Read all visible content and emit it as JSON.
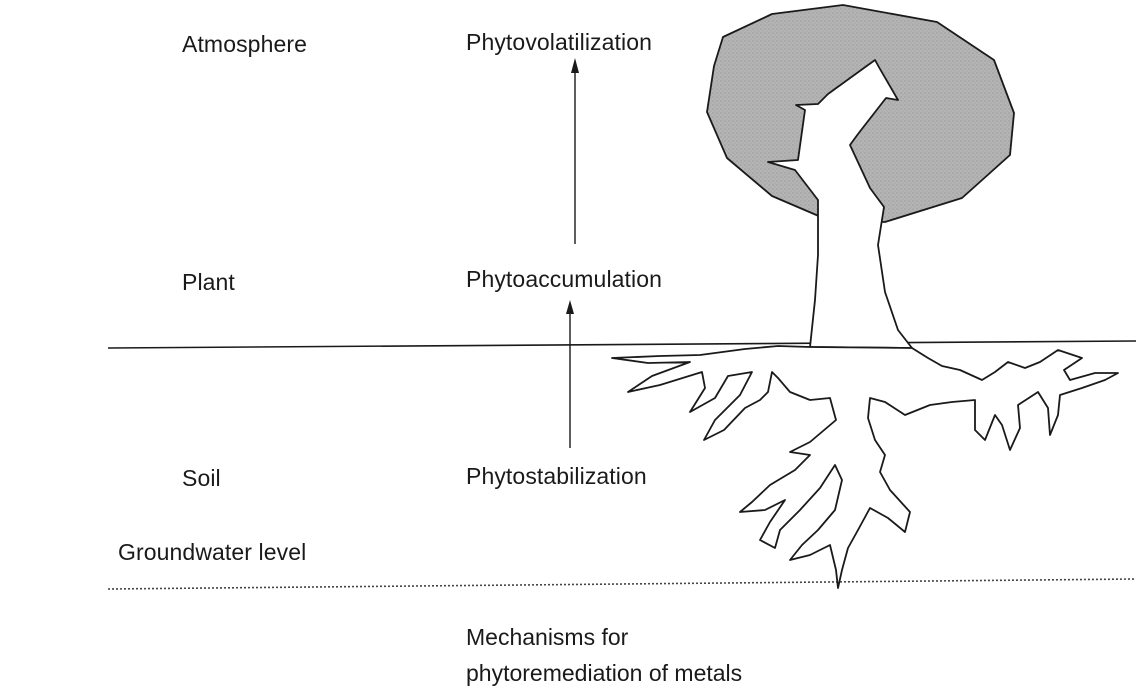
{
  "layers": {
    "atmosphere": "Atmosphere",
    "plant": "Plant",
    "soil": "Soil",
    "groundwater": "Groundwater level"
  },
  "mechanisms": {
    "volatilization": "Phytovolatilization",
    "accumulation": "Phytoaccumulation",
    "stabilization": "Phytostabilization"
  },
  "caption": {
    "line1": "Mechanisms for",
    "line2": "phytoremediation of metals"
  },
  "colors": {
    "canopy": "#b4b4b4",
    "ink": "#1a1a1a"
  }
}
